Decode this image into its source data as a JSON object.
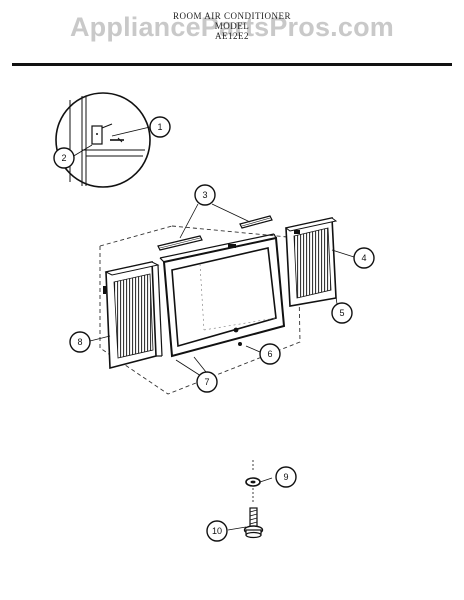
{
  "watermark": "AppliancePartsPros.com",
  "header": {
    "title": "ROOM AIR CONDITIONER",
    "model_line": "MODEL",
    "model_number": "AE12E2"
  },
  "callouts": [
    "1",
    "2",
    "3",
    "4",
    "5",
    "6",
    "7",
    "8",
    "9",
    "10"
  ]
}
